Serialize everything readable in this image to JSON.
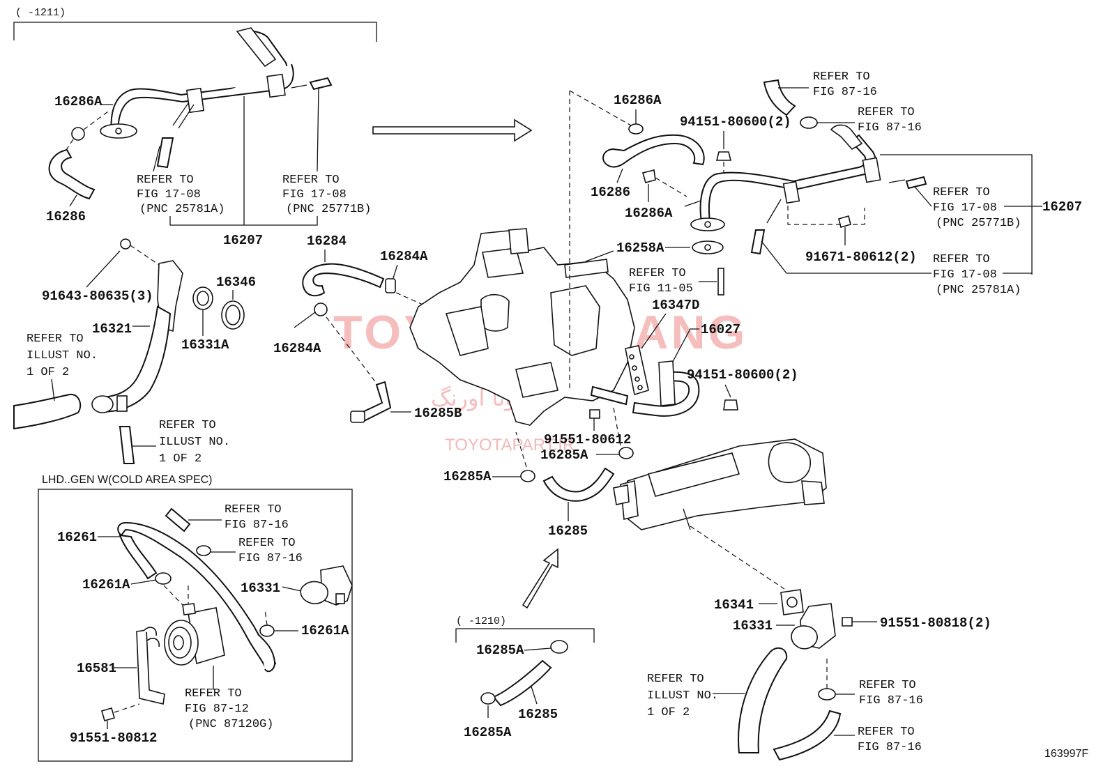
{
  "watermark": {
    "main": "TOYOTA ORANG",
    "persian": "تویوتا اورنگ",
    "site": "TOYOTAPART.IR"
  },
  "figure_code": "163997F",
  "ranges": {
    "top_left": "(    -1211)",
    "bottom_middle": "(    -1210)",
    "lhd_box": "LHD..GEN W(COLD AREA SPEC)"
  },
  "part_numbers": {
    "p16286A_tl": "16286A",
    "p16286_tl": "16286",
    "p16207_tl": "16207",
    "p16284": "16284",
    "p16284A_top": "16284A",
    "p16284A_bot": "16284A",
    "p16285B": "16285B",
    "p91643": "91643-80635(3)",
    "p16346": "16346",
    "p16321": "16321",
    "p16331A": "16331A",
    "p16286A_r1": "16286A",
    "p16286_r": "16286",
    "p16286A_r2": "16286A",
    "p94151_top": "94151-80600(2)",
    "p16207_r": "16207",
    "p91671": "91671-80612(2)",
    "p16258A": "16258A",
    "p16347D": "16347D",
    "p16027": "16027",
    "p94151_mid": "94151-80600(2)",
    "p91551_80612": "91551-80612",
    "p16285A_mid": "16285A",
    "p16285A_left": "16285A",
    "p16285_mid": "16285",
    "p16261": "16261",
    "p16261A_l": "16261A",
    "p16331_lhd": "16331",
    "p16261A_r": "16261A",
    "p16581": "16581",
    "p91551_80812": "91551-80812",
    "p16285A_b1": "16285A",
    "p16285_b": "16285",
    "p16285A_b2": "16285A",
    "p16341": "16341",
    "p16331_r": "16331",
    "p91551_80818": "91551-80818(2)"
  },
  "refs": {
    "r1": [
      "REFER TO",
      "FIG 17-08",
      "(PNC 25781A)"
    ],
    "r2": [
      "REFER TO",
      "FIG 17-08",
      "(PNC 25771B)"
    ],
    "r3": [
      "REFER TO",
      "ILLUST NO.",
      "1 OF 2"
    ],
    "r4": [
      "REFER TO",
      "ILLUST NO.",
      "1 OF 2"
    ],
    "r5": [
      "REFER TO",
      "FIG 87-16"
    ],
    "r6": [
      "REFER TO",
      "FIG 87-16"
    ],
    "r7": [
      "REFER TO",
      "FIG 17-08",
      "(PNC 25771B)"
    ],
    "r8": [
      "REFER TO",
      "FIG 17-08",
      "(PNC 25781A)"
    ],
    "r9": [
      "REFER TO",
      "FIG 11-05"
    ],
    "r10": [
      "REFER TO",
      "FIG 87-16"
    ],
    "r11": [
      "REFER TO",
      "FIG 87-16"
    ],
    "r12": [
      "REFER TO",
      "FIG 87-12",
      "(PNC 87120G)"
    ],
    "r13": [
      "REFER TO",
      "ILLUST NO.",
      "1 OF 2"
    ],
    "r14": [
      "REFER TO",
      "FIG 87-16"
    ],
    "r15": [
      "REFER TO",
      "FIG 87-16"
    ]
  }
}
